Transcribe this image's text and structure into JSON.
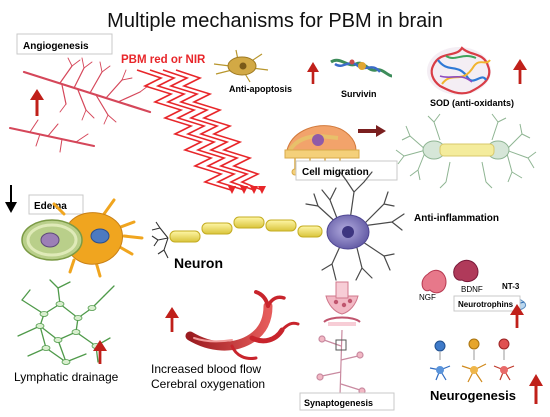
{
  "title": "Multiple mechanisms for PBM in brain",
  "labels": {
    "angiogenesis": "Angiogenesis",
    "pbm": "PBM red or NIR",
    "anti_apoptosis": "Anti-apoptosis",
    "survivin": "Survivin",
    "sod": "SOD (anti-oxidants)",
    "cell_migration": "Cell migration",
    "edema": "Edema",
    "anti_inflammation": "Anti-inflammation",
    "neuron": "Neuron",
    "ngf": "NGF",
    "bdnf": "BDNF",
    "nt3": "NT-3",
    "neurotrophins": "Neurotrophins",
    "lymphatic": "Lymphatic drainage",
    "blood_flow_1": "Increased blood flow",
    "blood_flow_2": "Cerebral oxygenation",
    "synaptogenesis": "Synaptogenesis",
    "neurogenesis": "Neurogenesis"
  },
  "colors": {
    "up_arrow": "#c0201a",
    "down_arrow": "#000000",
    "pbm_text": "#e8262a",
    "laser": "#e8262a",
    "vessel": "#c8242c",
    "axon": "#e9d94a",
    "neuron_body": "#7b74b9",
    "lymph": "#4f9a4a",
    "astro": "#f0a51f",
    "microglia": "#a3c2a6"
  },
  "icons": {
    "up": "red-up-arrow-icon",
    "down": "black-down-arrow-icon"
  }
}
